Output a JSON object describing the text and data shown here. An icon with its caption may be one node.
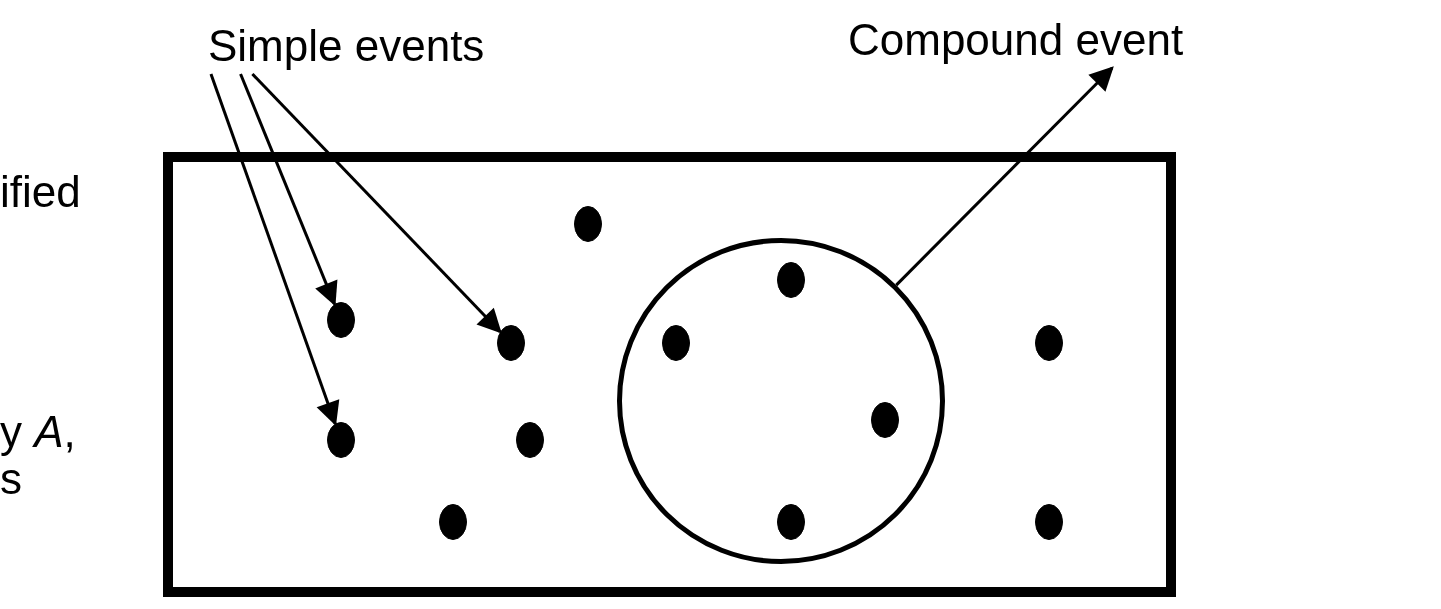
{
  "diagram": {
    "nodes": [
      {
        "text": [
          "Simple events"
        ]
      },
      {
        "text": [
          "Compound event"
        ]
      },
      {
        "text": [],
        "shape": "box"
      },
      {
        "text": [],
        "shape": "circle",
        "in": 2
      },
      {
        "text": [],
        "shape": "circle",
        "in": 2
      },
      {
        "text": [],
        "shape": "circle",
        "in": 2
      },
      {
        "text": [],
        "shape": "circle",
        "in": 2
      },
      {
        "text": [],
        "shape": "circle",
        "in": 2
      },
      {
        "text": [],
        "shape": "circle",
        "in": 2
      },
      {
        "text": [],
        "shape": "circle",
        "in": 2
      },
      {
        "text": [],
        "shape": "circle",
        "in": 3
      },
      {
        "text": [],
        "shape": "circle",
        "in": 3
      },
      {
        "text": [],
        "shape": "circle",
        "in": 3
      },
      {
        "text": [],
        "shape": "circle",
        "in": 3
      },
      {
        "text": [],
        "shape": "circle",
        "in": 2
      },
      {
        "text": [],
        "shape": "circle",
        "in": 2
      }
    ],
    "edges": [
      {
        "from": 0,
        "to": 4,
        "arrow": "to"
      },
      {
        "from": 0,
        "to": 5,
        "arrow": "to"
      },
      {
        "from": 0,
        "to": 7,
        "arrow": "to"
      },
      {
        "from": 3,
        "to": 1,
        "arrow": "to"
      }
    ],
    "labels": [
      "ified",
      "y *A*,",
      "s"
    ]
  }
}
